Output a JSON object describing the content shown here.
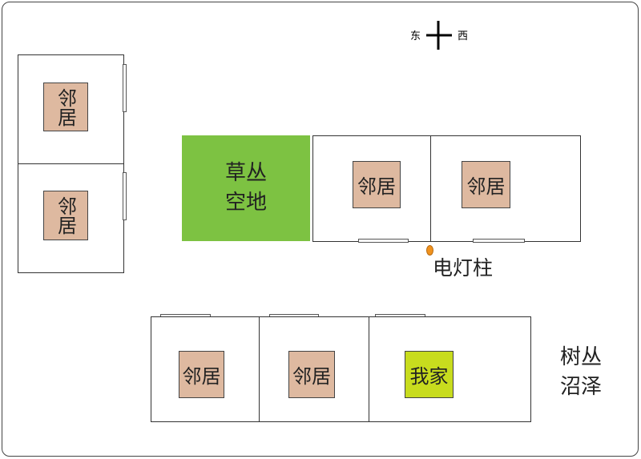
{
  "compass": {
    "east": "东",
    "west": "西"
  },
  "neighbor": "邻居",
  "my_home": "我家",
  "grass": [
    "草丛",
    "空地"
  ],
  "lamp_post": "电灯柱",
  "bushes": [
    "树丛",
    "沼泽"
  ],
  "colors": {
    "house": "#deb9a0",
    "my_home": "#c8dc1e",
    "grass": "#7dc242",
    "lamp": "#f0921e"
  }
}
